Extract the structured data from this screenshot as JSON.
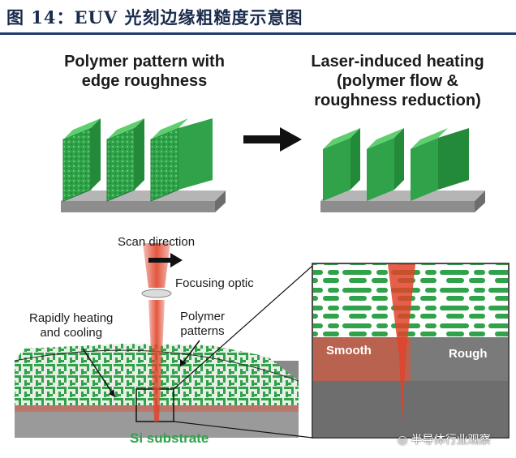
{
  "header": {
    "title": "图 14：EUV 光刻边缘粗糙度示意图"
  },
  "panels": {
    "left_caption_line1": "Polymer pattern with",
    "left_caption_line2": "edge roughness",
    "right_caption_line1": "Laser-induced heating",
    "right_caption_line2": "(polymer flow &",
    "right_caption_line3": "roughness reduction)"
  },
  "labels": {
    "scan_direction": "Scan direction",
    "focusing_optic": "Focusing optic",
    "rapid_line1": "Rapidly heating",
    "rapid_line2": "and cooling",
    "polymer_line1": "Polymer",
    "polymer_line2": "patterns",
    "substrate": "Si substrate",
    "smooth": "Smooth",
    "rough": "Rough"
  },
  "watermark": {
    "text": "半导体行业观察"
  },
  "colors": {
    "green": "#2fa24a",
    "light_green": "#5fce6e",
    "red": "#e0432a",
    "gray": "#8a8a8a",
    "title": "#1a2c4d"
  }
}
